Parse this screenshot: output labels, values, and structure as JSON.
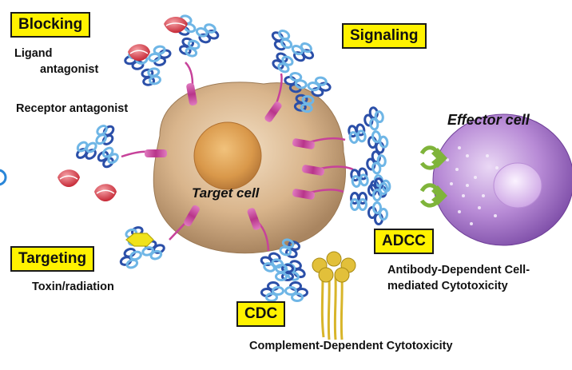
{
  "mechanisms": {
    "blocking": "Blocking",
    "signaling": "Signaling",
    "targeting": "Targeting",
    "adcc": "ADCC",
    "cdc": "CDC"
  },
  "labels": {
    "ligand": "Ligand",
    "antagonist": "antagonist",
    "receptor_antagonist": "Receptor antagonist",
    "toxin_radiation": "Toxin/radiation",
    "target_cell": "Target cell",
    "effector_cell": "Effector cell",
    "adcc_line1": "Antibody-Dependent Cell-",
    "adcc_line2": "mediated Cytotoxicity",
    "cdc_full": "Complement-Dependent Cytotoxicity"
  },
  "colors": {
    "box_fill": "#fff200",
    "antibody_dark": "#2b4fa8",
    "antibody_light": "#6fb6e6",
    "receptor": "#c7429a",
    "ligand": "#d5323f",
    "target_cell": "#d8b690",
    "effector_cell": "#a779c9",
    "fc_receptor": "#7fb43a",
    "complement": "#d8b52a",
    "toxin": "#f0e21a"
  }
}
